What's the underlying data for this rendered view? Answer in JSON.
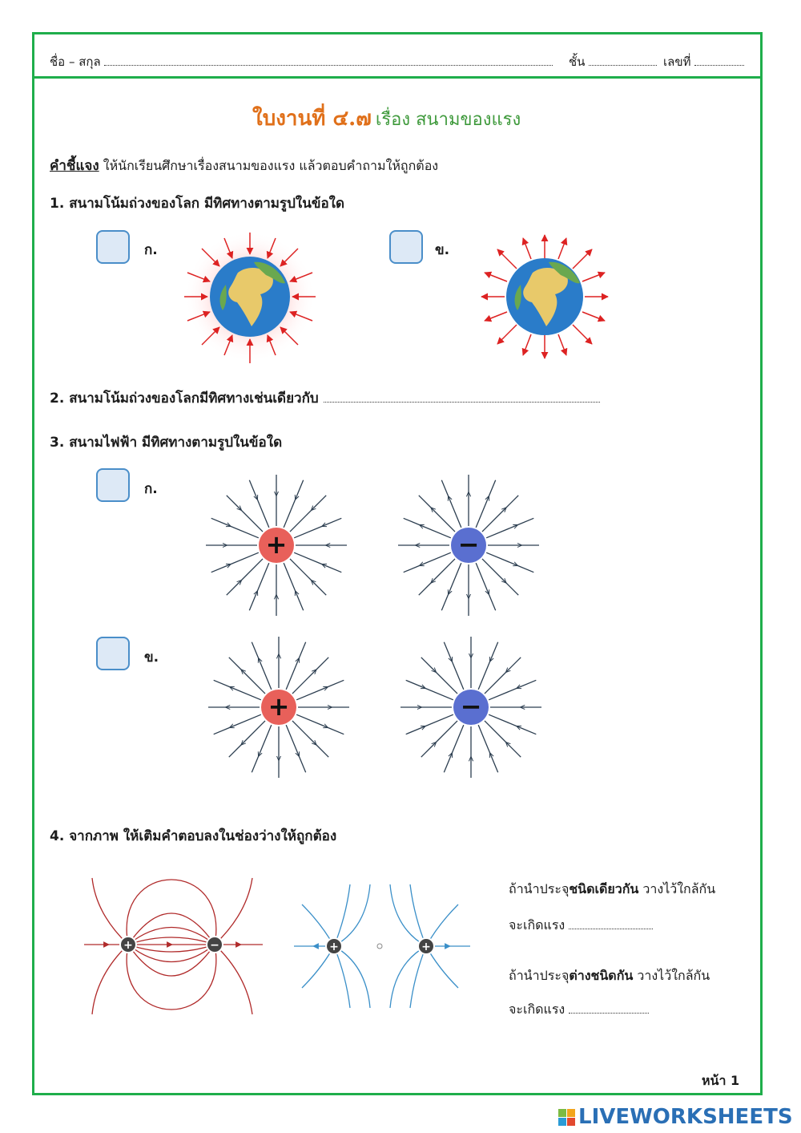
{
  "header": {
    "name_label": "ชื่อ – สกุล",
    "class_label": "ชั้น",
    "number_label": "เลขที่"
  },
  "title": {
    "main": "ใบงานที่ ๔.๗",
    "sub": "เรื่อง สนามของแรง"
  },
  "instruction": {
    "label": "คำชี้แจง",
    "text": "ให้นักเรียนศึกษาเรื่องสนามของแรง แล้วตอบคำถามให้ถูกต้อง"
  },
  "questions": [
    {
      "text": "1. สนามโน้มถ่วงของโลก มีทิศทางตามรูปในข้อใด",
      "options": [
        "ก.",
        "ข."
      ]
    },
    {
      "text": "2. สนามโน้มถ่วงของโลกมีทิศทางเช่นเดียวกับ"
    },
    {
      "text": "3. สนามไฟฟ้า มีทิศทางตามรูปในข้อใด",
      "options": [
        "ก.",
        "ข."
      ]
    },
    {
      "text": "4. จากภาพ ให้เติมคำตอบลงในช่องว่างให้ถูกต้อง"
    }
  ],
  "q4": {
    "line1_pre": "ถ้านำประจุ",
    "line1_bold": "ชนิดเดียวกัน",
    "line1_post": " วางไว้ใกล้กัน",
    "line2": "จะเกิดแรง",
    "line3_pre": "ถ้านำประจุ",
    "line3_bold": "ต่างชนิดกัน",
    "line3_post": " วางไว้ใกล้กัน",
    "line4": "จะเกิดแรง"
  },
  "charges": {
    "plus": "+",
    "minus": "−"
  },
  "page_number": "หน้า 1",
  "footer": {
    "brand": "LIVEWORKSHEETS"
  },
  "colors": {
    "border": "#1fae4b",
    "title": "#e0701a",
    "subtitle": "#3f9a3c",
    "checkbox": "#4a8ec9"
  }
}
